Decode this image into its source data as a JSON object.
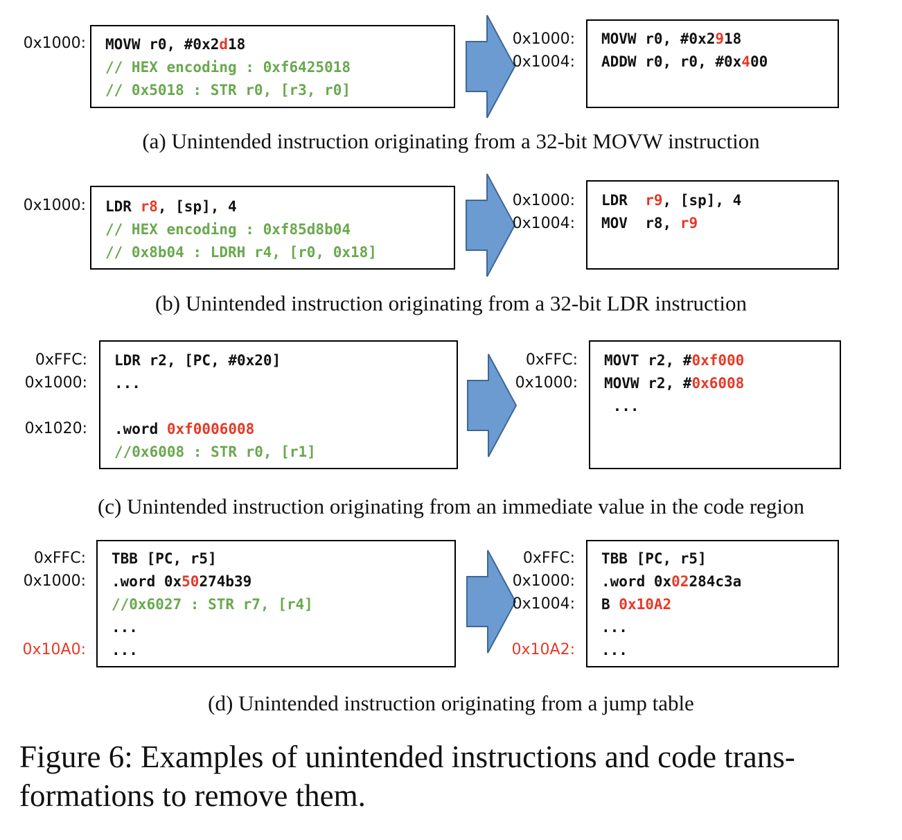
{
  "colors": {
    "highlight": "#e53a27",
    "comment": "#6aa84f",
    "arrow_fill": "#6b9bd1",
    "arrow_stroke": "#3e6796"
  },
  "panels": [
    {
      "caption": "(a) Unintended instruction originating from a 32-bit MOVW instruction",
      "before": {
        "addresses": [
          {
            "text": "0x1000:",
            "line": 0,
            "highlight": false
          }
        ],
        "lines": [
          {
            "comment": false,
            "segments": [
              {
                "t": "MOVW r0, #0x2",
                "hl": false
              },
              {
                "t": "d",
                "hl": true
              },
              {
                "t": "18",
                "hl": false
              }
            ]
          },
          {
            "comment": true,
            "segments": [
              {
                "t": "// HEX encoding : 0xf6425018",
                "hl": false
              }
            ]
          },
          {
            "comment": true,
            "segments": [
              {
                "t": "// 0x5018 : STR r0, [r3, r0]",
                "hl": false
              }
            ]
          }
        ]
      },
      "after": {
        "addresses": [
          {
            "text": "0x1000:",
            "line": 0,
            "highlight": false
          },
          {
            "text": "0x1004:",
            "line": 1,
            "highlight": false
          }
        ],
        "lines": [
          {
            "comment": false,
            "segments": [
              {
                "t": "MOVW r0, #0x2",
                "hl": false
              },
              {
                "t": "9",
                "hl": true
              },
              {
                "t": "18",
                "hl": false
              }
            ]
          },
          {
            "comment": false,
            "segments": [
              {
                "t": "ADDW r0, r0, #0x",
                "hl": false
              },
              {
                "t": "4",
                "hl": true
              },
              {
                "t": "00",
                "hl": false
              }
            ]
          }
        ]
      }
    },
    {
      "caption": "(b) Unintended instruction originating from a 32-bit LDR instruction",
      "before": {
        "addresses": [
          {
            "text": "0x1000:",
            "line": 0,
            "highlight": false
          }
        ],
        "lines": [
          {
            "comment": false,
            "segments": [
              {
                "t": "LDR ",
                "hl": false
              },
              {
                "t": "r8",
                "hl": true
              },
              {
                "t": ", [sp], 4",
                "hl": false
              }
            ]
          },
          {
            "comment": true,
            "segments": [
              {
                "t": "// HEX encoding : 0xf85d8b04",
                "hl": false
              }
            ]
          },
          {
            "comment": true,
            "segments": [
              {
                "t": "// 0x8b04 : LDRH r4, [r0, 0x18]",
                "hl": false
              }
            ]
          }
        ]
      },
      "after": {
        "addresses": [
          {
            "text": "0x1000:",
            "line": 0,
            "highlight": false
          },
          {
            "text": "0x1004:",
            "line": 1,
            "highlight": false
          }
        ],
        "lines": [
          {
            "comment": false,
            "segments": [
              {
                "t": "LDR  ",
                "hl": false
              },
              {
                "t": "r9",
                "hl": true
              },
              {
                "t": ", [sp], 4",
                "hl": false
              }
            ]
          },
          {
            "comment": false,
            "segments": [
              {
                "t": "MOV  r8, ",
                "hl": false
              },
              {
                "t": "r9",
                "hl": true
              }
            ]
          }
        ]
      }
    },
    {
      "caption": "(c) Unintended instruction originating from an immediate value in the code region",
      "before": {
        "addresses": [
          {
            "text": "0xFFC:",
            "line": 0,
            "highlight": false
          },
          {
            "text": "0x1000:",
            "line": 1,
            "highlight": false
          },
          {
            "text": "0x1020:",
            "line": 3,
            "highlight": false
          }
        ],
        "lines": [
          {
            "comment": false,
            "segments": [
              {
                "t": "LDR r2, [PC, #0x20]",
                "hl": false
              }
            ]
          },
          {
            "comment": false,
            "segments": [
              {
                "t": "...",
                "hl": false
              }
            ]
          },
          {
            "comment": false,
            "segments": [
              {
                "t": "",
                "hl": false
              }
            ]
          },
          {
            "comment": false,
            "segments": [
              {
                "t": ".word ",
                "hl": false
              },
              {
                "t": "0xf0006008",
                "hl": true
              }
            ]
          },
          {
            "comment": true,
            "segments": [
              {
                "t": "//0x6008 : STR r0, [r1]",
                "hl": false
              }
            ]
          }
        ]
      },
      "after": {
        "addresses": [
          {
            "text": "0xFFC:",
            "line": 0,
            "highlight": false
          },
          {
            "text": "0x1000:",
            "line": 1,
            "highlight": false
          }
        ],
        "lines": [
          {
            "comment": false,
            "segments": [
              {
                "t": "MOVT r2, #",
                "hl": false
              },
              {
                "t": "0xf000",
                "hl": true
              }
            ]
          },
          {
            "comment": false,
            "segments": [
              {
                "t": "MOVW r2, #",
                "hl": false
              },
              {
                "t": "0x6008",
                "hl": true
              }
            ]
          },
          {
            "comment": false,
            "segments": [
              {
                "t": " ...",
                "hl": false
              }
            ]
          }
        ]
      }
    },
    {
      "caption": "(d) Unintended instruction originating from a jump table",
      "before": {
        "addresses": [
          {
            "text": "0xFFC:",
            "line": 0,
            "highlight": false
          },
          {
            "text": "0x1000:",
            "line": 1,
            "highlight": false
          },
          {
            "text": "0x10A0:",
            "line": 4,
            "highlight": true
          }
        ],
        "lines": [
          {
            "comment": false,
            "segments": [
              {
                "t": "TBB [PC, r5]",
                "hl": false
              }
            ]
          },
          {
            "comment": false,
            "segments": [
              {
                "t": ".word 0x",
                "hl": false
              },
              {
                "t": "50",
                "hl": true
              },
              {
                "t": "274b39",
                "hl": false
              }
            ]
          },
          {
            "comment": true,
            "segments": [
              {
                "t": "//0x6027 : STR r7, [r4]",
                "hl": false
              }
            ]
          },
          {
            "comment": false,
            "segments": [
              {
                "t": "...",
                "hl": false
              }
            ]
          },
          {
            "comment": false,
            "segments": [
              {
                "t": "...",
                "hl": false
              }
            ]
          }
        ]
      },
      "after": {
        "addresses": [
          {
            "text": "0xFFC:",
            "line": 0,
            "highlight": false
          },
          {
            "text": "0x1000:",
            "line": 1,
            "highlight": false
          },
          {
            "text": "0x1004:",
            "line": 2,
            "highlight": false
          },
          {
            "text": "0x10A2:",
            "line": 4,
            "highlight": true
          }
        ],
        "lines": [
          {
            "comment": false,
            "segments": [
              {
                "t": "TBB [PC, r5]",
                "hl": false
              }
            ]
          },
          {
            "comment": false,
            "segments": [
              {
                "t": ".word 0x",
                "hl": false
              },
              {
                "t": "02",
                "hl": true
              },
              {
                "t": "284c3a",
                "hl": false
              }
            ]
          },
          {
            "comment": false,
            "segments": [
              {
                "t": "B ",
                "hl": false
              },
              {
                "t": "0x10A2",
                "hl": true
              }
            ]
          },
          {
            "comment": false,
            "segments": [
              {
                "t": "...",
                "hl": false
              }
            ]
          },
          {
            "comment": false,
            "segments": [
              {
                "t": "...",
                "hl": false
              }
            ]
          }
        ]
      }
    }
  ],
  "figure_caption": "Figure 6: Examples of unintended instructions and code trans­formations to remove them."
}
